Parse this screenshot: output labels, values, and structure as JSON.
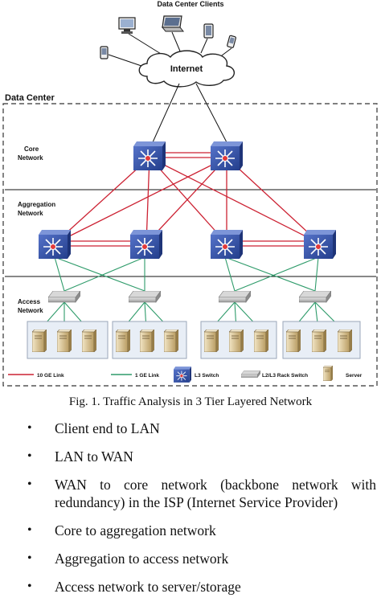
{
  "diagram": {
    "clients_label": "Data Center Clients",
    "internet_label": "Internet",
    "data_center_label": "Data Center",
    "tiers": [
      {
        "line1": "Core",
        "line2": "Network"
      },
      {
        "line1": "Aggregation",
        "line2": "Network"
      },
      {
        "line1": "Access",
        "line2": "Network"
      }
    ],
    "legend": {
      "link_10ge": "10 GE Link",
      "link_1ge": "1 GE Link",
      "l3_switch": "L3 Switch",
      "rack_switch": "L2/L3 Rack Switch",
      "server": "Server"
    },
    "colors": {
      "ten_ge": "#cc2233",
      "one_ge": "#2e9b6a",
      "switch": "#3a56a8",
      "border": "#333333"
    },
    "icons": [
      "laptop-icon",
      "desktop-icon",
      "tablet-icon",
      "phone-icon",
      "cloud-icon",
      "l3-switch-icon",
      "rack-switch-icon",
      "server-icon"
    ]
  },
  "caption": "Fig. 1. Traffic Analysis in 3 Tier Layered Network",
  "bullets": [
    "Client end to LAN",
    "LAN to WAN",
    "WAN to core network (backbone network with redundancy) in the ISP (Internet Service Provider)",
    "Core to aggregation network",
    "Aggregation to access network",
    "Access network to server/storage"
  ]
}
